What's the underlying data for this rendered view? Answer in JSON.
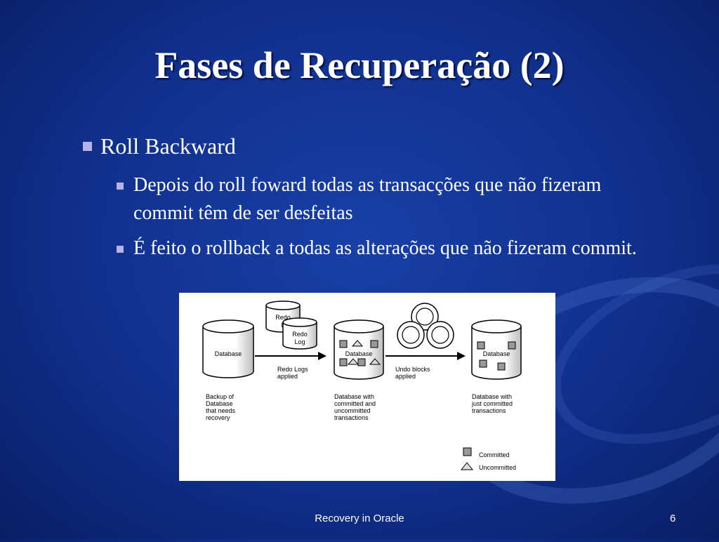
{
  "slide": {
    "title": "Fases de Recuperação (2)",
    "bullets": [
      {
        "text": "Roll Backward",
        "level": 1
      },
      {
        "text": "Depois  do roll foward todas as transacções que não fizeram commit têm de ser desfeitas",
        "level": 2
      },
      {
        "text": "É feito o rollback a todas as alterações que não fizeram commit.",
        "level": 2
      }
    ],
    "footer": "Recovery in Oracle",
    "page_number": "6"
  },
  "diagram": {
    "db1_label": "Database",
    "db2_label": "Database",
    "db3_label": "Database",
    "redo_back_line1": "Redo",
    "redo_back_line2": "L",
    "redo_front_line1": "Redo",
    "redo_front_line2": "Log",
    "arrow1_line1": "Redo  Logs",
    "arrow1_line2": "applied",
    "arrow2_line1": "Undo blocks",
    "arrow2_line2": "applied",
    "caption1": [
      "Backup of",
      "Database",
      "that needs",
      "recovery"
    ],
    "caption2": [
      "Database with",
      "committed and",
      "uncommitted",
      "transactions"
    ],
    "caption3": [
      "Database with",
      "just committed",
      "transactions"
    ],
    "legend_committed": "Committed",
    "legend_uncommitted": "Uncommitted"
  }
}
